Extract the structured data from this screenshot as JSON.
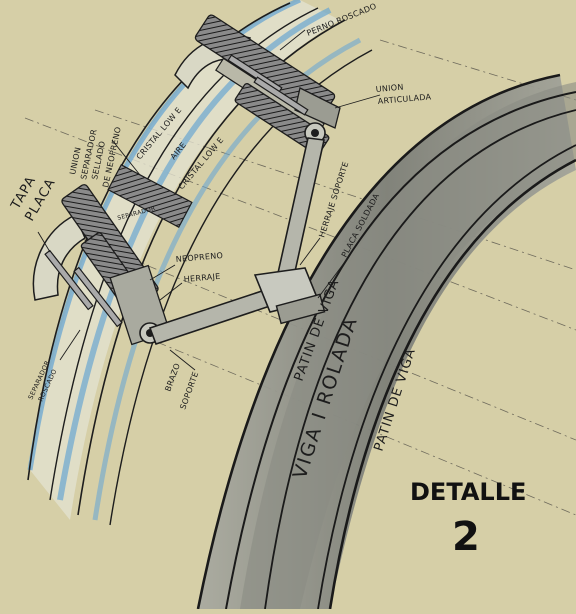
{
  "title": {
    "line1": "DETALLE",
    "line2": "2"
  },
  "labels": {
    "perno_roscado": "PERNO ROSCADO",
    "union_articulada_1": "UNION",
    "union_articulada_2": "ARTICULADA",
    "cristal_low_e_top": "CRISTAL LOW E",
    "aire": "AIRE",
    "cristal_low_e_bottom": "CRISTAL LOW E",
    "union_sellado_1": "UNION",
    "union_sellado_2": "SEPARADOR",
    "union_sellado_3": "SELLADO",
    "union_sellado_4": "DE NEOPRENO",
    "tapa_placa_1": "TAPA",
    "tapa_placa_2": "PLACA",
    "separador_mid": "SEPARADOR",
    "neopreno": "NEOPRENO",
    "herraje": "HERRAJE",
    "herraje_soporte": "HERRAJE SOPORTE",
    "placa_soldada": "PLACA SOLDADA",
    "separador_roscado_1": "SEPARADOR",
    "separador_roscado_2": "ROSCADO",
    "brazo_soporte_1": "BRAZO",
    "brazo_soporte_2": "SOPORTE",
    "patin_viga_top": "PATIN DE VIGA",
    "viga_rolada": "VIGA I ROLADA",
    "patin_viga_bottom": "PATIN DE VIGA"
  }
}
